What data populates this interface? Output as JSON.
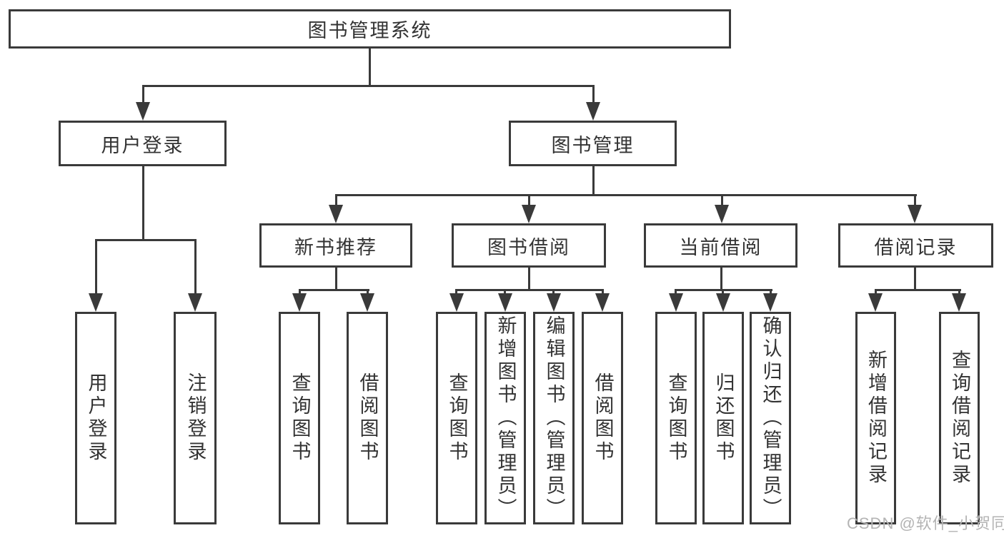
{
  "colors": {
    "line": "#3a3a3a",
    "text": "#333333",
    "box_bg": "#ffffff",
    "background": "#ffffff",
    "watermark": "#b4b4b4"
  },
  "watermark": "CSDN @软件_小贺同学",
  "tree": {
    "label": "图书管理系统",
    "children": [
      {
        "label": "用户登录",
        "children": [
          {
            "label": "用户登录"
          },
          {
            "label": "注销登录"
          }
        ]
      },
      {
        "label": "图书管理",
        "children": [
          {
            "label": "新书推荐",
            "children": [
              {
                "label": "查询图书"
              },
              {
                "label": "借阅图书"
              }
            ]
          },
          {
            "label": "图书借阅",
            "children": [
              {
                "label": "查询图书"
              },
              {
                "label": "新增图书（管理员）"
              },
              {
                "label": "编辑图书（管理员）"
              },
              {
                "label": "借阅图书"
              }
            ]
          },
          {
            "label": "当前借阅",
            "children": [
              {
                "label": "查询图书"
              },
              {
                "label": "归还图书"
              },
              {
                "label": "确认归还（管理员）"
              }
            ]
          },
          {
            "label": "借阅记录",
            "children": [
              {
                "label": "新增借阅记录"
              },
              {
                "label": "查询借阅记录"
              }
            ]
          }
        ]
      }
    ]
  }
}
